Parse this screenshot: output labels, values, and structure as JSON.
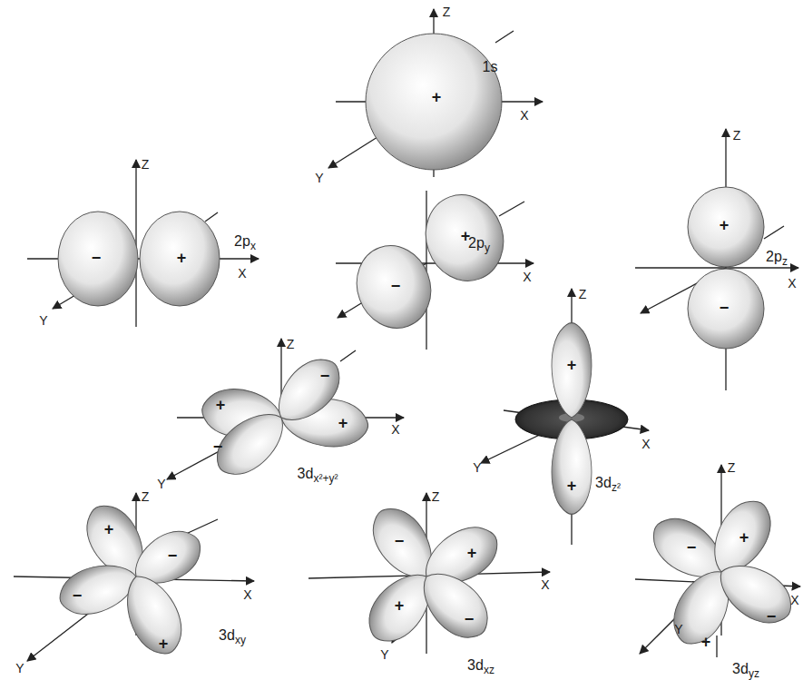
{
  "diagram": {
    "labels": [
      "Z",
      "+",
      "1s",
      "X",
      "Y",
      "Z",
      "−",
      "+",
      "2px",
      "X",
      "Y",
      "+",
      "2py",
      "−",
      "X",
      "Z",
      "+",
      "2pz",
      "X",
      "−",
      "Z",
      "−",
      "+",
      "+",
      "X",
      "−",
      "Y",
      "3dx²+y²",
      "Z",
      "+",
      "X",
      "Y",
      "+",
      "3dz²",
      "Z",
      "+",
      "Z",
      "Z",
      "−",
      "−",
      "+",
      "−",
      "+",
      "X",
      "X",
      "X",
      "−",
      "+",
      "−",
      "−",
      "+",
      "3dxy",
      "+",
      "Y",
      "Y",
      "3dxz",
      "Y",
      "3dyz"
    ]
  }
}
